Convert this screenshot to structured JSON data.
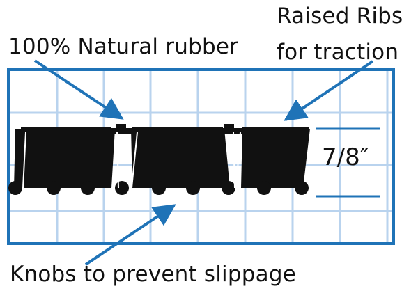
{
  "labels": {
    "natural_rubber": "100% Natural rubber",
    "raised_ribs_line1": "Raised Ribs",
    "raised_ribs_line2": "for traction",
    "knobs": "Knobs to prevent slippage"
  },
  "measurement": {
    "thickness": "7/8″"
  },
  "colors": {
    "frame_blue": "#1f73b7",
    "grid_blue": "#b9d3ee",
    "mat_black": "#111111",
    "text_black": "#111111"
  }
}
